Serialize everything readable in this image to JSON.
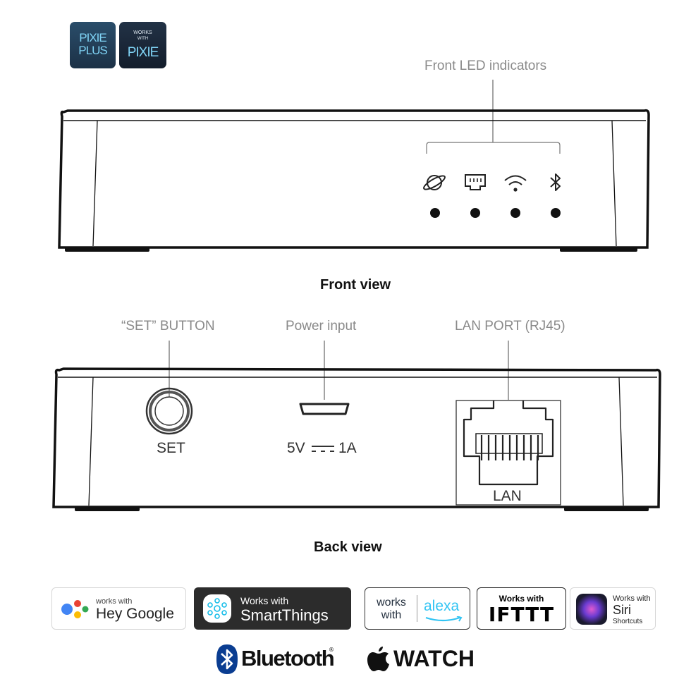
{
  "logos": {
    "pixie_plus": {
      "line1": "PIXIE",
      "line2": "PLUS"
    },
    "works_with_pixie": {
      "line1": "WORKS",
      "line2": "WITH",
      "line3": "PIXIE"
    }
  },
  "front": {
    "label": "Front LED indicators",
    "title": "Front view",
    "led_icons": [
      "globe-icon",
      "ethernet-icon",
      "wifi-icon",
      "bluetooth-icon"
    ]
  },
  "back": {
    "title": "Back view",
    "set_label": "“SET” BUTTON",
    "power_label": "Power input",
    "lan_label": "LAN PORT (RJ45)",
    "set_text": "SET",
    "power_text_v": "5V",
    "power_text_a": "1A",
    "lan_text": "LAN"
  },
  "badges": {
    "google": {
      "small": "works with",
      "big": "Hey Google"
    },
    "smartthings": {
      "small": "Works with",
      "big": "SmartThings"
    },
    "alexa": {
      "works": "works",
      "with": "with",
      "alexa": "alexa"
    },
    "ifttt": {
      "small": "Works with",
      "big": "IFTTT"
    },
    "siri": {
      "small": "Works with",
      "big": "Siri",
      "tiny": "Shortcuts"
    },
    "bluetooth": {
      "word": "Bluetooth",
      "reg": "®"
    },
    "watch": {
      "word": "WATCH"
    }
  },
  "colors": {
    "label_gray": "#8a8a8a",
    "outline": "#111111",
    "alexa_blue": "#31c4f3"
  }
}
